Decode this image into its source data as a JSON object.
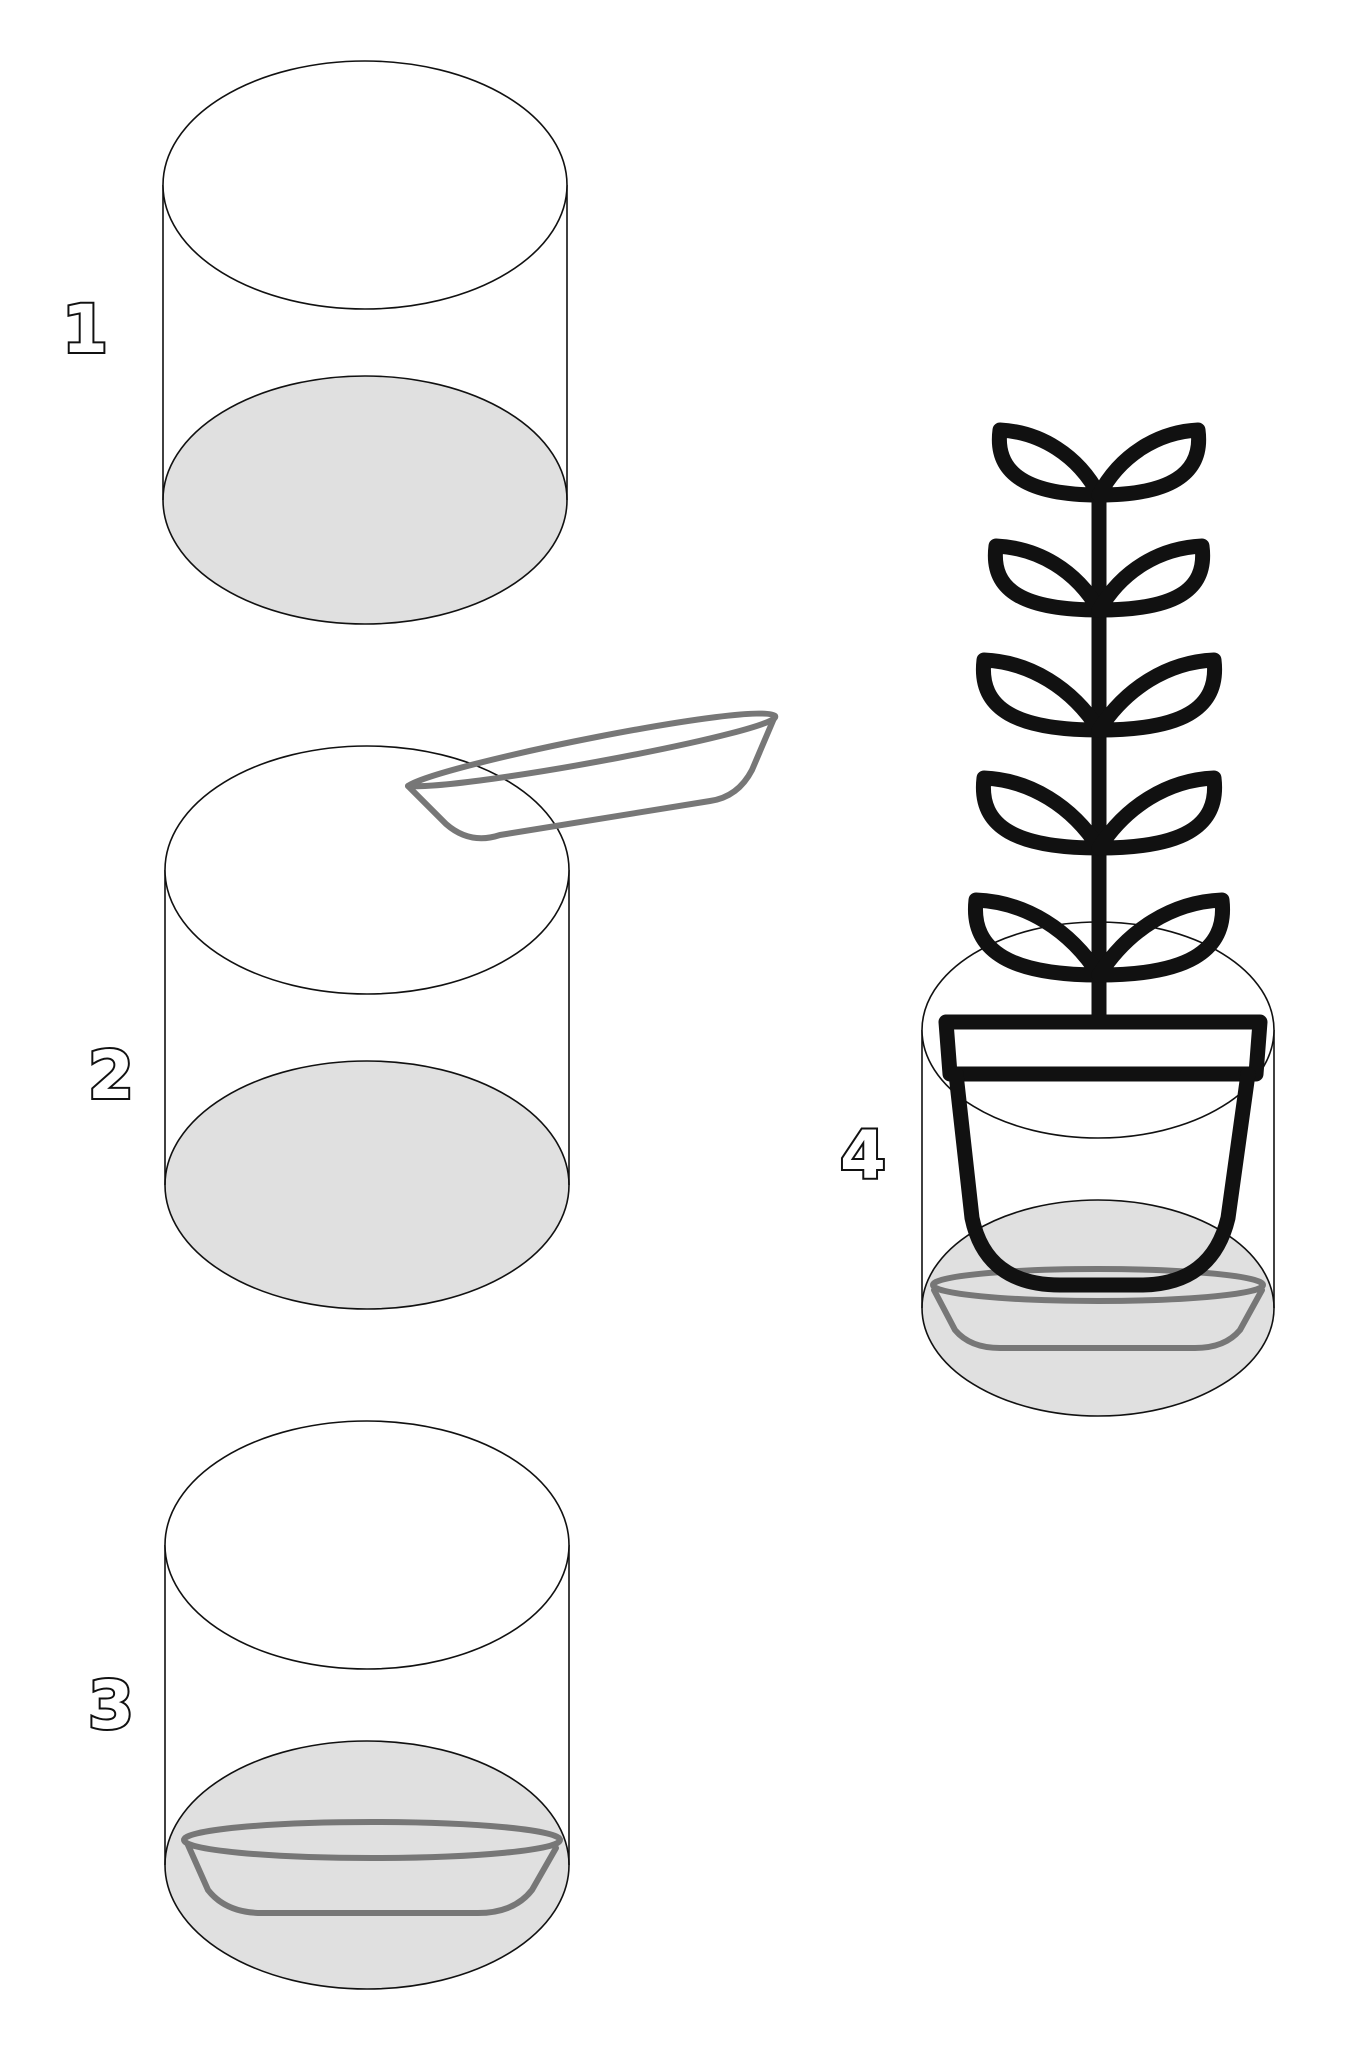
{
  "steps": [
    {
      "number": "1"
    },
    {
      "number": "2"
    },
    {
      "number": "3"
    },
    {
      "number": "4"
    }
  ],
  "colors": {
    "line": "#111111",
    "cylinder_floor": "#e0e0e0",
    "saucer": "#777777",
    "plant": "#111111",
    "background": "#ffffff"
  }
}
